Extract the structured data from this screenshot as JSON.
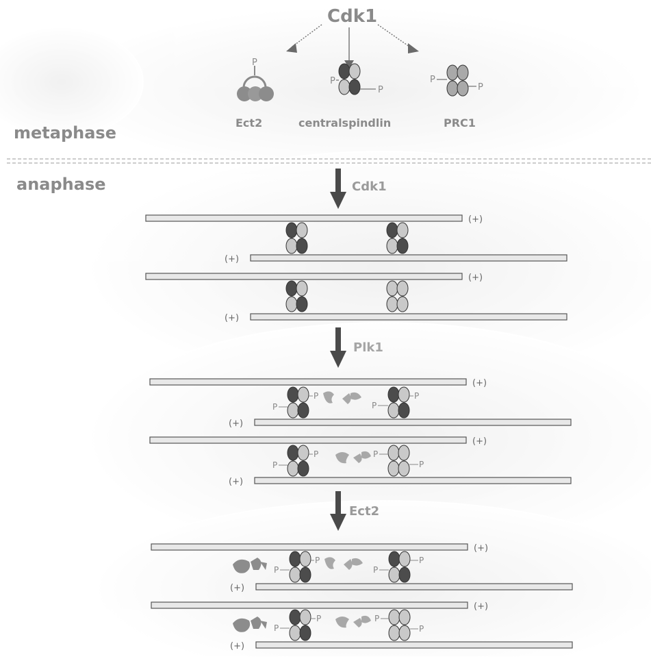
{
  "diagram": {
    "labels": {
      "cdk1_top": "Cdk1",
      "metaphase": "metaphase",
      "anaphase": "anaphase",
      "ect2": "Ect2",
      "centralspindlin": "centralspindlin",
      "prc1": "PRC1",
      "phospho": "P",
      "plus_end": "(+)"
    },
    "steps": [
      {
        "kinase": "Cdk1"
      },
      {
        "kinase": "Plk1"
      },
      {
        "kinase": "Ect2"
      }
    ],
    "colors": {
      "background": "#ffffff",
      "texture": "#e9e9e9",
      "label_gray": "#8a8a8a",
      "dark_text": "#6f6f6f",
      "arrow": "#4a4a4a",
      "microtubule_fill": "#e8e8e8",
      "microtubule_stroke": "#555555",
      "subunit_dark": "#4c4c4c",
      "subunit_light": "#c9c9c9",
      "subunit_mid": "#a9a9a9",
      "ect2_gray": "#8c8c8c",
      "dashed_line": "#9a9a9a"
    }
  }
}
